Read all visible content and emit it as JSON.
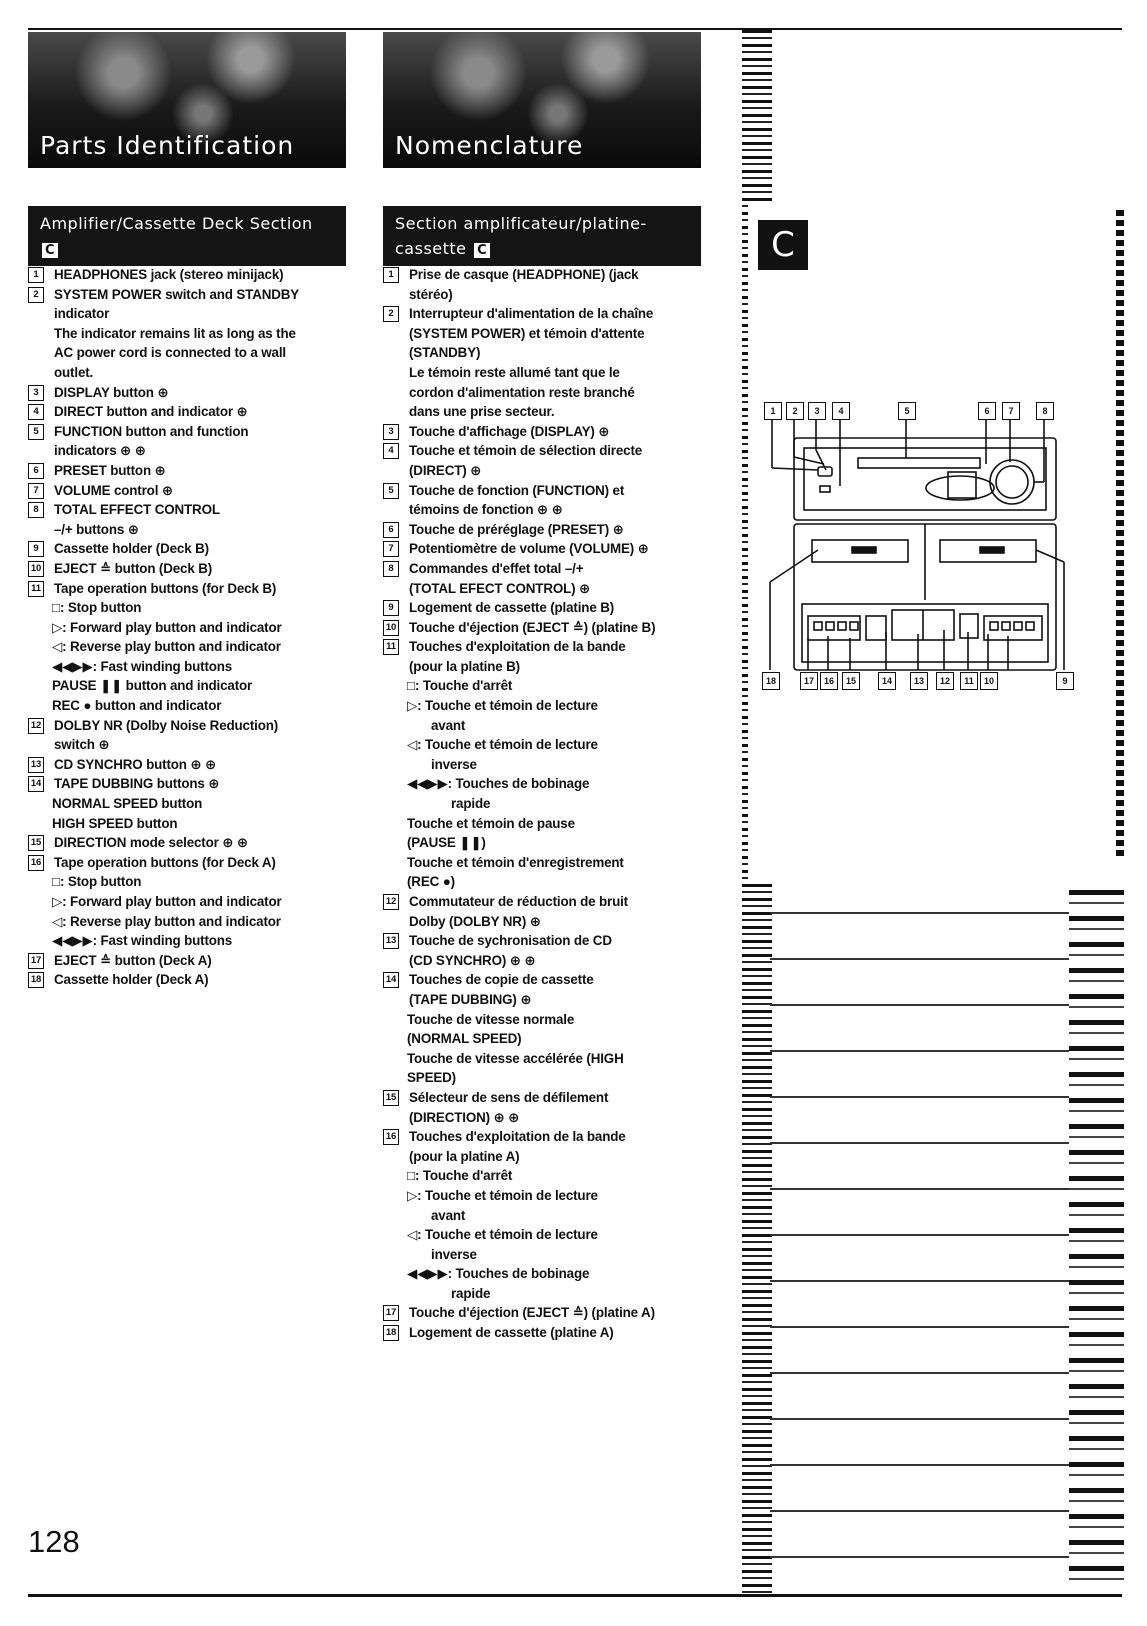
{
  "header": {
    "left_title": "Parts Identification",
    "right_title": "Nomenclature"
  },
  "left_section": {
    "title": "Amplifier/Cassette Deck Section",
    "letter": "C",
    "lines": [
      {
        "type": "item",
        "num": "1",
        "text": "HEADPHONES jack (stereo minijack)"
      },
      {
        "type": "item",
        "num": "2",
        "text": "SYSTEM POWER switch and STANDBY"
      },
      {
        "type": "cont",
        "text": "indicator"
      },
      {
        "type": "cont",
        "text": "The indicator remains lit as long as the"
      },
      {
        "type": "cont",
        "text": "AC power cord is connected to a wall"
      },
      {
        "type": "cont",
        "text": "outlet."
      },
      {
        "type": "item",
        "num": "3",
        "text": "DISPLAY button ⊕"
      },
      {
        "type": "item",
        "num": "4",
        "text": "DIRECT button and indicator ⊕"
      },
      {
        "type": "item",
        "num": "5",
        "text": "FUNCTION button and function"
      },
      {
        "type": "cont",
        "text": "indicators ⊕ ⊕"
      },
      {
        "type": "item",
        "num": "6",
        "text": "PRESET button ⊕"
      },
      {
        "type": "item",
        "num": "7",
        "text": "VOLUME control ⊕"
      },
      {
        "type": "item",
        "num": "8",
        "text": "TOTAL EFFECT CONTROL"
      },
      {
        "type": "cont",
        "text": "–/+ buttons ⊕"
      },
      {
        "type": "item",
        "num": "9",
        "text": "Cassette holder (Deck B)"
      },
      {
        "type": "item",
        "num": "10",
        "text": "EJECT ≙ button (Deck B)"
      },
      {
        "type": "item",
        "num": "11",
        "text": "Tape operation buttons (for Deck B)"
      },
      {
        "type": "sub",
        "text": "□: Stop button"
      },
      {
        "type": "sub",
        "text": "▷: Forward play button and indicator"
      },
      {
        "type": "sub",
        "text": "◁: Reverse play button and indicator"
      },
      {
        "type": "sub",
        "text": "◀◀▶▶: Fast winding buttons"
      },
      {
        "type": "sub",
        "text": "PAUSE ❚❚ button and indicator"
      },
      {
        "type": "sub",
        "text": "REC ● button and indicator"
      },
      {
        "type": "item",
        "num": "12",
        "text": "DOLBY NR (Dolby Noise Reduction)"
      },
      {
        "type": "cont",
        "text": "switch ⊕"
      },
      {
        "type": "item",
        "num": "13",
        "text": "CD SYNCHRO button ⊕ ⊕"
      },
      {
        "type": "item",
        "num": "14",
        "text": "TAPE DUBBING buttons ⊕"
      },
      {
        "type": "sub",
        "text": "NORMAL SPEED button"
      },
      {
        "type": "sub",
        "text": "HIGH SPEED button"
      },
      {
        "type": "item",
        "num": "15",
        "text": "DIRECTION mode selector ⊕ ⊕"
      },
      {
        "type": "item",
        "num": "16",
        "text": "Tape operation buttons (for Deck A)"
      },
      {
        "type": "sub",
        "text": "□: Stop button"
      },
      {
        "type": "sub",
        "text": "▷: Forward play button and indicator"
      },
      {
        "type": "sub",
        "text": "◁: Reverse play button and indicator"
      },
      {
        "type": "sub",
        "text": "◀◀▶▶: Fast winding buttons"
      },
      {
        "type": "item",
        "num": "17",
        "text": "EJECT ≙ button (Deck A)"
      },
      {
        "type": "item",
        "num": "18",
        "text": "Cassette holder (Deck A)"
      }
    ]
  },
  "right_section": {
    "title_line1": "Section amplificateur/platine-",
    "title_line2": "cassette",
    "letter": "C",
    "lines": [
      {
        "type": "item",
        "num": "1",
        "text": "Prise de casque (HEADPHONE) (jack"
      },
      {
        "type": "cont",
        "text": "stéréo)"
      },
      {
        "type": "item",
        "num": "2",
        "text": "Interrupteur d'alimentation de la chaîne"
      },
      {
        "type": "cont",
        "text": "(SYSTEM POWER) et témoin d'attente"
      },
      {
        "type": "cont",
        "text": "(STANDBY)"
      },
      {
        "type": "cont",
        "text": "Le témoin reste allumé tant que le"
      },
      {
        "type": "cont",
        "text": "cordon d'alimentation reste branché"
      },
      {
        "type": "cont",
        "text": "dans une prise secteur."
      },
      {
        "type": "item",
        "num": "3",
        "text": "Touche d'affichage (DISPLAY) ⊕"
      },
      {
        "type": "item",
        "num": "4",
        "text": "Touche et témoin de sélection directe"
      },
      {
        "type": "cont",
        "text": "(DIRECT) ⊕"
      },
      {
        "type": "item",
        "num": "5",
        "text": "Touche de fonction (FUNCTION) et"
      },
      {
        "type": "cont",
        "text": "témoins de fonction ⊕ ⊕"
      },
      {
        "type": "item",
        "num": "6",
        "text": "Touche de préréglage (PRESET) ⊕"
      },
      {
        "type": "item",
        "num": "7",
        "text": "Potentiomètre de volume (VOLUME) ⊕"
      },
      {
        "type": "item",
        "num": "8",
        "text": "Commandes d'effet total –/+"
      },
      {
        "type": "cont",
        "text": "(TOTAL EFECT CONTROL) ⊕"
      },
      {
        "type": "item",
        "num": "9",
        "text": "Logement de cassette (platine B)"
      },
      {
        "type": "item",
        "num": "10",
        "text": "Touche d'éjection (EJECT ≙) (platine B)"
      },
      {
        "type": "item",
        "num": "11",
        "text": "Touches d'exploitation de la bande"
      },
      {
        "type": "cont",
        "text": "(pour la platine B)"
      },
      {
        "type": "sub2",
        "text": "□: Touche d'arrêt"
      },
      {
        "type": "sub2",
        "text": "▷: Touche et témoin de lecture"
      },
      {
        "type": "cont2",
        "text": "avant"
      },
      {
        "type": "sub2",
        "text": "◁: Touche et témoin de lecture"
      },
      {
        "type": "cont2",
        "text": "inverse"
      },
      {
        "type": "sub2",
        "text": "◀◀▶▶: Touches de bobinage"
      },
      {
        "type": "cont2b",
        "text": "rapide"
      },
      {
        "type": "sub2",
        "text": "Touche et témoin de pause"
      },
      {
        "type": "sub2",
        "text": "(PAUSE ❚❚)"
      },
      {
        "type": "sub2",
        "text": "Touche et témoin d'enregistrement"
      },
      {
        "type": "sub2",
        "text": "(REC ●)"
      },
      {
        "type": "item",
        "num": "12",
        "text": "Commutateur de réduction de bruit"
      },
      {
        "type": "cont",
        "text": "Dolby (DOLBY NR) ⊕"
      },
      {
        "type": "item",
        "num": "13",
        "text": "Touche de sychronisation de CD"
      },
      {
        "type": "cont",
        "text": "(CD SYNCHRO) ⊕ ⊕"
      },
      {
        "type": "item",
        "num": "14",
        "text": "Touches de copie de cassette"
      },
      {
        "type": "cont",
        "text": "(TAPE DUBBING) ⊕"
      },
      {
        "type": "sub2",
        "text": "Touche de vitesse normale"
      },
      {
        "type": "sub2",
        "text": "(NORMAL SPEED)"
      },
      {
        "type": "sub2",
        "text": "Touche de vitesse accélérée (HIGH"
      },
      {
        "type": "sub2",
        "text": "SPEED)"
      },
      {
        "type": "item",
        "num": "15",
        "text": "Sélecteur de sens de défilement"
      },
      {
        "type": "cont",
        "text": "(DIRECTION) ⊕ ⊕"
      },
      {
        "type": "item",
        "num": "16",
        "text": "Touches d'exploitation de la bande"
      },
      {
        "type": "cont",
        "text": "(pour la platine A)"
      },
      {
        "type": "sub2",
        "text": "□: Touche d'arrêt"
      },
      {
        "type": "sub2",
        "text": "▷: Touche et témoin de lecture"
      },
      {
        "type": "cont2",
        "text": "avant"
      },
      {
        "type": "sub2",
        "text": "◁: Touche et témoin de lecture"
      },
      {
        "type": "cont2",
        "text": "inverse"
      },
      {
        "type": "sub2",
        "text": "◀◀▶▶: Touches de bobinage"
      },
      {
        "type": "cont2b",
        "text": "rapide"
      },
      {
        "type": "item",
        "num": "17",
        "text": "Touche d'éjection (EJECT ≙) (platine A)"
      },
      {
        "type": "item",
        "num": "18",
        "text": "Logement de cassette (platine A)"
      }
    ]
  },
  "diagram": {
    "label": "C",
    "top_callouts": [
      "1",
      "2",
      "3",
      "4",
      "5",
      "6",
      "7",
      "8"
    ],
    "bottom_callouts": [
      "18",
      "17",
      "16",
      "15",
      "14",
      "13",
      "12",
      "11",
      "10",
      "9"
    ]
  },
  "page_number": "128"
}
